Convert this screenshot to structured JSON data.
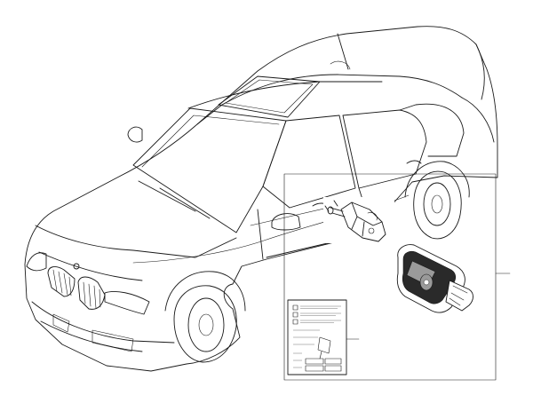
{
  "diagram": {
    "type": "exploded-parts-diagram",
    "subject": "sedan-vehicle",
    "components": [
      "vehicle-outline",
      "door-lock-cylinder-assembly",
      "remote-key-fob",
      "instruction-sheet"
    ],
    "callout_count": 2
  },
  "colors": {
    "background": "#ffffff",
    "line": "#1a1a1a",
    "key_body": "#2a2a2a",
    "key_trim": "#9a9a9a",
    "sheet_text_lines": "#777777"
  }
}
